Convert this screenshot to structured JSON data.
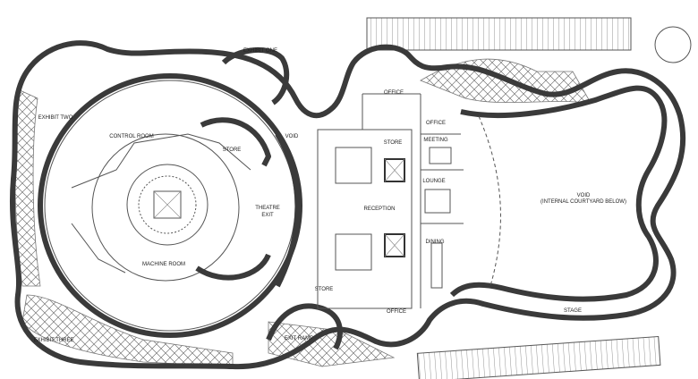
{
  "title": "Floor plan",
  "rooms": {
    "exhibit_one": "EXHIBIT ONE",
    "exhibit_two": "EXHIBIT TWO",
    "exhibit_three": "EXHIBIT THREE",
    "control_room": "CONTROL ROOM",
    "store_theatre": "STORE",
    "void_theatre": "VOID",
    "theatre_exit_1": "THEATRE",
    "theatre_exit_2": "EXIT",
    "machine_room": "MACHINE ROOM",
    "office_top": "OFFICE",
    "store_center": "STORE",
    "office_small": "OFFICE",
    "meeting": "MEETING",
    "lounge": "LOUNGE",
    "reception": "RECEPTION",
    "dining": "DINING",
    "void_courtyard_1": "VOID",
    "void_courtyard_2": "(INTERNAL COURTYARD BELOW)",
    "stage": "STAGE",
    "store_bottom": "STORE",
    "office_bottom": "OFFICE",
    "exit_ramp": "EXIT RAMP"
  },
  "colors": {
    "wall": "#3a3a3a",
    "line": "#555555"
  }
}
